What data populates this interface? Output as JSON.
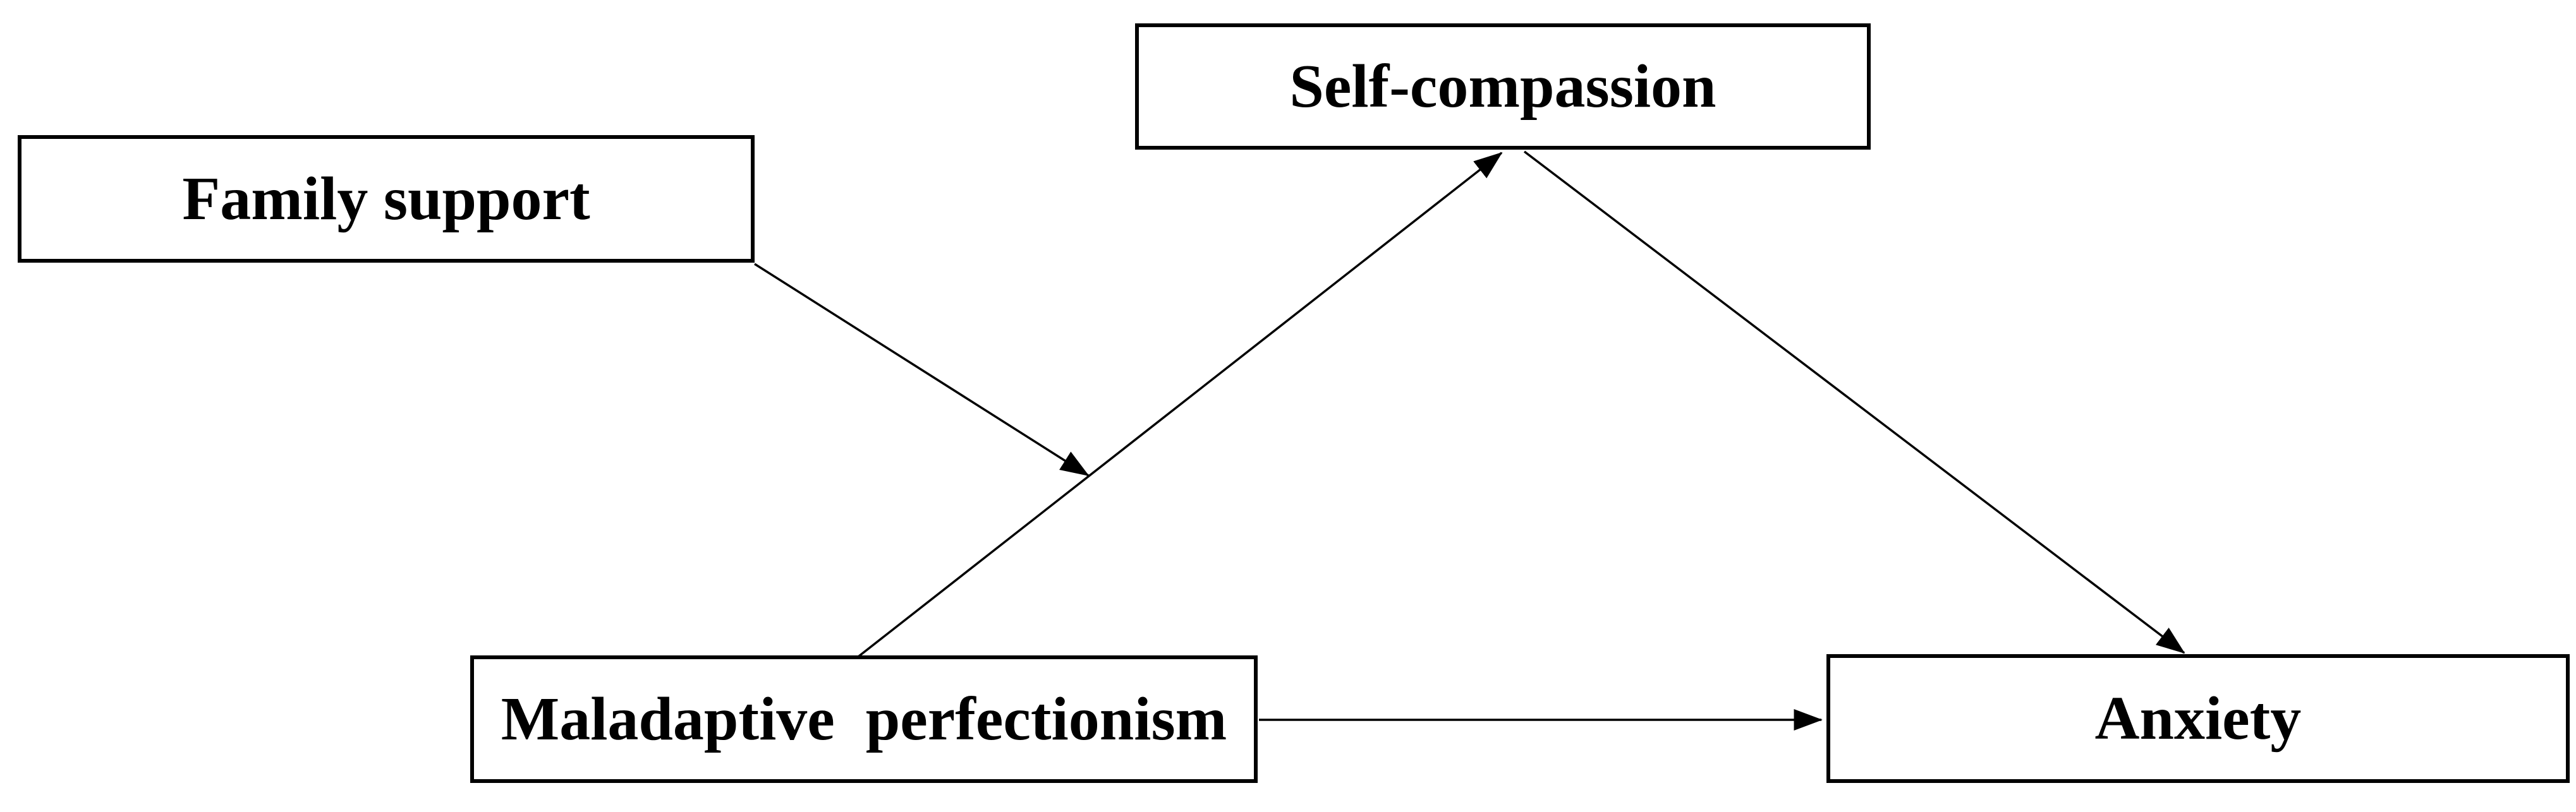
{
  "diagram": {
    "type": "path-diagram",
    "background_color": "#ffffff",
    "line_color": "#000000",
    "box_fill": "#ffffff",
    "box_border_color": "#000000",
    "text_color": "#000000",
    "nodes": {
      "family_support": {
        "label": "Family support"
      },
      "self_compassion": {
        "label": "Self-compassion"
      },
      "maladaptive_perfectionism": {
        "label": "Maladaptive  perfectionism"
      },
      "anxiety": {
        "label": "Anxiety"
      }
    },
    "edges": [
      {
        "from": "maladaptive_perfectionism",
        "to": "self_compassion",
        "type": "directed-arrow"
      },
      {
        "from": "self_compassion",
        "to": "anxiety",
        "type": "directed-arrow"
      },
      {
        "from": "maladaptive_perfectionism",
        "to": "anxiety",
        "type": "directed-arrow"
      },
      {
        "from": "family_support",
        "to": "path maladaptive_perfectionism to self_compassion",
        "type": "directed-arrow-at-path"
      }
    ]
  }
}
